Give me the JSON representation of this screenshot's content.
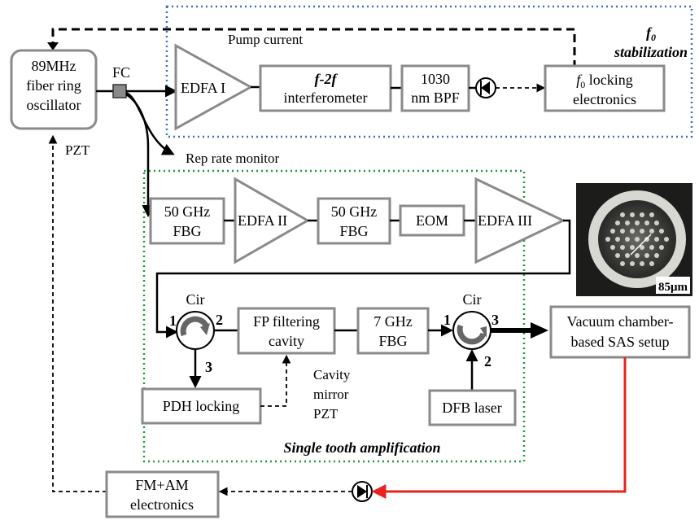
{
  "oscillator": {
    "line1": "89MHz",
    "line2": "fiber ring",
    "line3": "oscillator"
  },
  "fc": "FC",
  "pump_current": "Pump current",
  "pzt": "PZT",
  "edfa1": "EDFA I",
  "f2f": {
    "line1": "f-2f",
    "line2": "interferometer"
  },
  "bpf": {
    "line1": "1030",
    "line2": "nm BPF"
  },
  "f0_lock": {
    "line1_prefix": "f",
    "line1_sub": "0",
    "line1_rest": " locking",
    "line2": "electronics"
  },
  "f0_stab": {
    "line1_f": "f",
    "line1_sub": "0",
    "line2": "stabilization"
  },
  "rep_rate": "Rep rate  monitor",
  "fbg1": {
    "line1": "50 GHz",
    "line2": "FBG"
  },
  "edfa2": "EDFA II",
  "fbg2": {
    "line1": "50 GHz",
    "line2": "FBG"
  },
  "eom": "EOM",
  "edfa3": "EDFA III",
  "scale_bar": "85μm",
  "cir1": {
    "label": "Cir",
    "p1": "1",
    "p2": "2",
    "p3": "3"
  },
  "fp_cavity": {
    "line1": "FP filtering",
    "line2": "cavity"
  },
  "fbg3": {
    "line1": "7 GHz",
    "line2": "FBG"
  },
  "cir2": {
    "label": "Cir",
    "p1": "1",
    "p2": "2",
    "p3": "3"
  },
  "vacuum": {
    "line1": "Vacuum chamber-",
    "line2": "based SAS setup"
  },
  "cavity_mirror": {
    "line1": "Cavity",
    "line2": "mirror",
    "line3": "PZT"
  },
  "pdh": "PDH locking",
  "dfb": "DFB laser",
  "single_tooth": "Single tooth amplification",
  "fmam": {
    "line1": "FM+AM",
    "line2": "electronics"
  },
  "colors": {
    "red_line": "#e8231f",
    "blue_region": "#3b6fc4",
    "green_region": "#1a9a3a",
    "box_stroke": "#8a8a8a"
  }
}
